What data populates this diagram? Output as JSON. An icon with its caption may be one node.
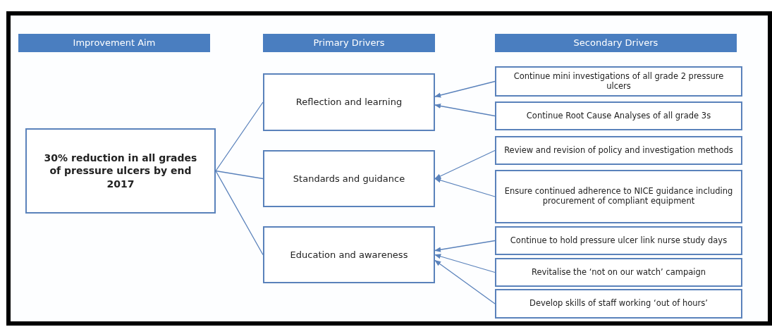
{
  "diagram": {
    "nodes": [
      {
        "text": [
          "Improvement Aim"
        ]
      },
      {
        "text": [
          "Primary Drivers"
        ]
      },
      {
        "text": [
          "Secondary Drivers"
        ]
      },
      {
        "text": [
          "30% reduction in all grades of pressure ulcers by end 2017"
        ]
      },
      {
        "text": [
          "Reflection and learning"
        ]
      },
      {
        "text": [
          "Standards and guidance"
        ]
      },
      {
        "text": [
          "Education and awareness"
        ]
      },
      {
        "text": [
          "Continue mini investigations of all grade 2 pressure ulcers"
        ]
      },
      {
        "text": [
          "Continue Root Cause Analyses of all grade 3s"
        ]
      },
      {
        "text": [
          "Review and revision of policy and investigation methods"
        ]
      },
      {
        "text": [
          "Ensure continued adherence to NICE guidance including procurement of compliant equipment"
        ]
      },
      {
        "text": [
          "Continue to hold pressure ulcer link nurse study days"
        ]
      },
      {
        "text": [
          "Revitalise the ‘not on our watch’ campaign"
        ]
      },
      {
        "text": [
          "Develop skills of staff working ‘out of hours’"
        ]
      }
    ],
    "edges": [
      {
        "from": 3,
        "to": 4,
        "arrow": "none"
      },
      {
        "from": 3,
        "to": 5,
        "arrow": "none"
      },
      {
        "from": 3,
        "to": 6,
        "arrow": "none"
      },
      {
        "from": 7,
        "to": 4,
        "arrow": "to"
      },
      {
        "from": 8,
        "to": 4,
        "arrow": "to"
      },
      {
        "from": 9,
        "to": 5,
        "arrow": "to"
      },
      {
        "from": 10,
        "to": 5,
        "arrow": "to"
      },
      {
        "from": 11,
        "to": 6,
        "arrow": "to"
      },
      {
        "from": 12,
        "to": 6,
        "arrow": "to"
      },
      {
        "from": 13,
        "to": 6,
        "arrow": "to"
      }
    ]
  }
}
